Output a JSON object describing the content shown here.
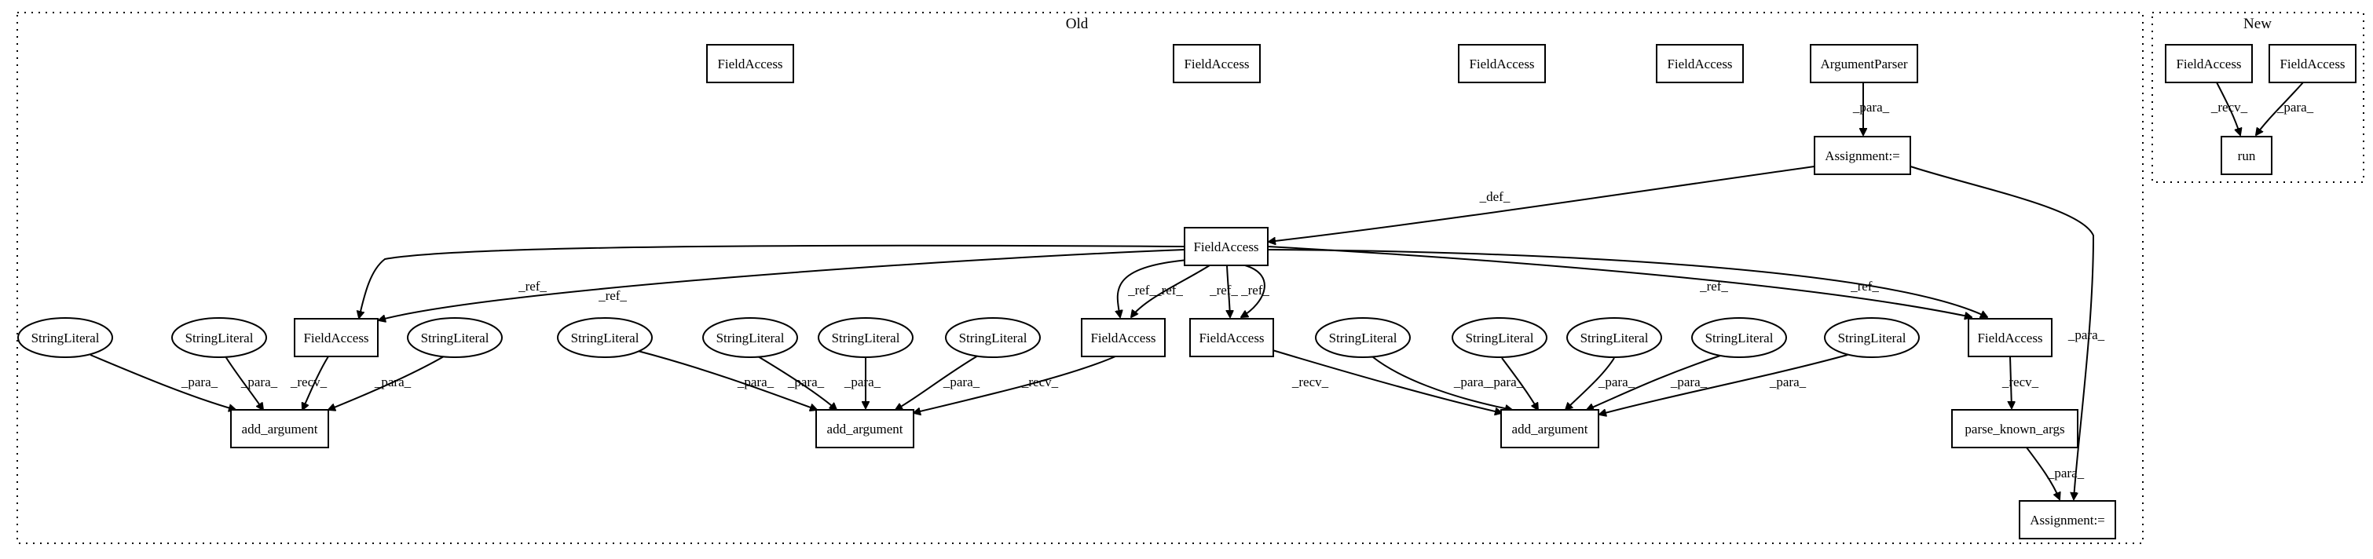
{
  "clusters": [
    {
      "id": "old",
      "label": "Old"
    },
    {
      "id": "new",
      "label": "New"
    }
  ],
  "nodes": [
    {
      "id": "fa_top1",
      "label": "FieldAccess",
      "shape": "box"
    },
    {
      "id": "fa_top2",
      "label": "FieldAccess",
      "shape": "box"
    },
    {
      "id": "fa_top3",
      "label": "FieldAccess",
      "shape": "box"
    },
    {
      "id": "fa_top4",
      "label": "FieldAccess",
      "shape": "box"
    },
    {
      "id": "argparser",
      "label": "ArgumentParser",
      "shape": "box"
    },
    {
      "id": "assign1",
      "label": "Assignment:=",
      "shape": "box"
    },
    {
      "id": "fa_main",
      "label": "FieldAccess",
      "shape": "box"
    },
    {
      "id": "sl1",
      "label": "StringLiteral",
      "shape": "ellipse"
    },
    {
      "id": "sl2",
      "label": "StringLiteral",
      "shape": "ellipse"
    },
    {
      "id": "fa_l",
      "label": "FieldAccess",
      "shape": "box"
    },
    {
      "id": "sl3",
      "label": "StringLiteral",
      "shape": "ellipse"
    },
    {
      "id": "sl4",
      "label": "StringLiteral",
      "shape": "ellipse"
    },
    {
      "id": "sl5",
      "label": "StringLiteral",
      "shape": "ellipse"
    },
    {
      "id": "sl6",
      "label": "StringLiteral",
      "shape": "ellipse"
    },
    {
      "id": "sl7",
      "label": "StringLiteral",
      "shape": "ellipse"
    },
    {
      "id": "fa_m",
      "label": "FieldAccess",
      "shape": "box"
    },
    {
      "id": "fa_r",
      "label": "FieldAccess",
      "shape": "box"
    },
    {
      "id": "sl8",
      "label": "StringLiteral",
      "shape": "ellipse"
    },
    {
      "id": "sl9",
      "label": "StringLiteral",
      "shape": "ellipse"
    },
    {
      "id": "sl10",
      "label": "StringLiteral",
      "shape": "ellipse"
    },
    {
      "id": "sl11",
      "label": "StringLiteral",
      "shape": "ellipse"
    },
    {
      "id": "sl12",
      "label": "StringLiteral",
      "shape": "ellipse"
    },
    {
      "id": "fa_pk",
      "label": "FieldAccess",
      "shape": "box"
    },
    {
      "id": "add1",
      "label": "add_argument",
      "shape": "box"
    },
    {
      "id": "add2",
      "label": "add_argument",
      "shape": "box"
    },
    {
      "id": "add3",
      "label": "add_argument",
      "shape": "box"
    },
    {
      "id": "pka",
      "label": "parse_known_args",
      "shape": "box"
    },
    {
      "id": "assign2",
      "label": "Assignment:=",
      "shape": "box"
    },
    {
      "id": "new_fa1",
      "label": "FieldAccess",
      "shape": "box"
    },
    {
      "id": "new_fa2",
      "label": "FieldAccess",
      "shape": "box"
    },
    {
      "id": "run",
      "label": "run",
      "shape": "box"
    }
  ],
  "edges": [
    {
      "from": "argparser",
      "to": "assign1",
      "label": "_para_"
    },
    {
      "from": "assign1",
      "to": "fa_main",
      "label": "_def_"
    },
    {
      "from": "assign1",
      "to": "assign2",
      "label": "_para_"
    },
    {
      "from": "fa_main",
      "to": "fa_l",
      "label": "_ref_"
    },
    {
      "from": "fa_main",
      "to": "fa_l",
      "label": "_ref_"
    },
    {
      "from": "fa_main",
      "to": "fa_m",
      "label": "_ref_"
    },
    {
      "from": "fa_main",
      "to": "fa_m",
      "label": "_ref_"
    },
    {
      "from": "fa_main",
      "to": "fa_r",
      "label": "_ref_"
    },
    {
      "from": "fa_main",
      "to": "fa_r",
      "label": "_ref_"
    },
    {
      "from": "fa_main",
      "to": "fa_pk",
      "label": "_ref_"
    },
    {
      "from": "fa_main",
      "to": "fa_pk",
      "label": "_ref_"
    },
    {
      "from": "sl1",
      "to": "add1",
      "label": "_para_"
    },
    {
      "from": "sl2",
      "to": "add1",
      "label": "_para_"
    },
    {
      "from": "fa_l",
      "to": "add1",
      "label": "_recv_"
    },
    {
      "from": "sl3",
      "to": "add1",
      "label": "_para_"
    },
    {
      "from": "sl4",
      "to": "add2",
      "label": "_para_"
    },
    {
      "from": "sl5",
      "to": "add2",
      "label": "_para_"
    },
    {
      "from": "sl6",
      "to": "add2",
      "label": "_para_"
    },
    {
      "from": "sl7",
      "to": "add2",
      "label": "_para_"
    },
    {
      "from": "fa_m",
      "to": "add2",
      "label": "_recv_"
    },
    {
      "from": "fa_r",
      "to": "add3",
      "label": "_recv_"
    },
    {
      "from": "sl8",
      "to": "add3",
      "label": "_para_"
    },
    {
      "from": "sl9",
      "to": "add3",
      "label": "_para_"
    },
    {
      "from": "sl10",
      "to": "add3",
      "label": "_para_"
    },
    {
      "from": "sl11",
      "to": "add3",
      "label": "_para_"
    },
    {
      "from": "sl12",
      "to": "add3",
      "label": "_para_"
    },
    {
      "from": "fa_pk",
      "to": "pka",
      "label": "_recv_"
    },
    {
      "from": "pka",
      "to": "assign2",
      "label": "_para_"
    },
    {
      "from": "new_fa1",
      "to": "run",
      "label": "_recv_"
    },
    {
      "from": "new_fa2",
      "to": "run",
      "label": "_para_"
    }
  ]
}
